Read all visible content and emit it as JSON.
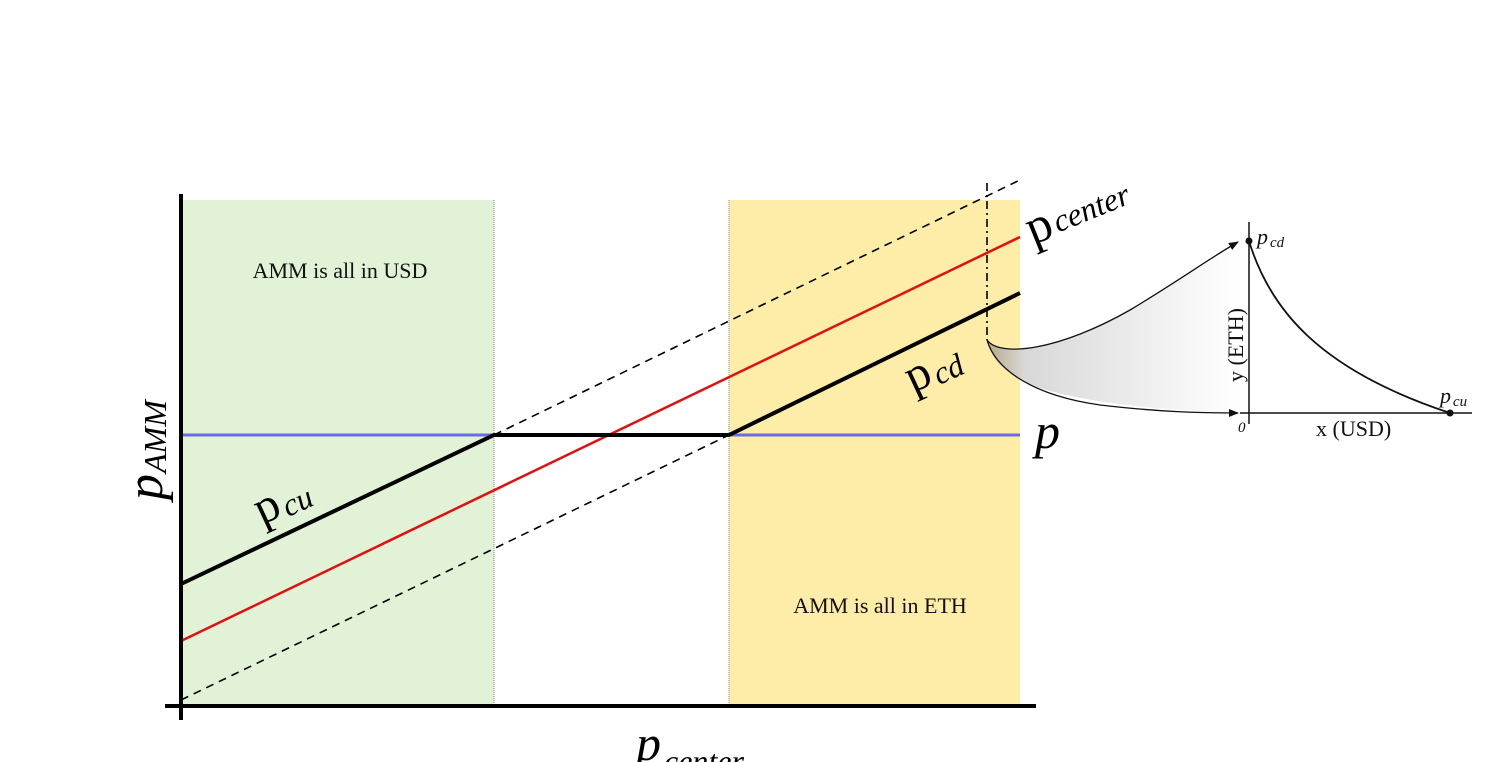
{
  "diagram": {
    "title": "AMM price vs center price",
    "colors": {
      "usd_region": "#e2f2d6",
      "eth_region": "#fdeda8",
      "amm_price_line": "#000000",
      "center_line": "#e01010",
      "market_price_line": "#6b6be8",
      "dashed_bounds": "#000000",
      "inset_gradient_start": "#c8c0a0",
      "inset_gradient_end": "#ffffff"
    },
    "axes": {
      "y_label_main": "p",
      "y_label_sub": "AMM",
      "x_label_main": "p",
      "x_label_sub": "center"
    },
    "regions": [
      {
        "id": "usd",
        "label": "AMM is all in USD"
      },
      {
        "id": "eth",
        "label": "AMM is all in ETH"
      }
    ],
    "line_labels": {
      "p_cu_main": "p",
      "p_cu_sub": "cu",
      "p_cd_main": "p",
      "p_cd_sub": "cd",
      "p_center_main": "p",
      "p_center_sub": "center",
      "p_market": "p"
    },
    "inset": {
      "y_axis_label": "y (ETH)",
      "x_axis_label": "x (USD)",
      "origin_label": "0",
      "top_point_main": "p",
      "top_point_sub": "cd",
      "right_point_main": "p",
      "right_point_sub": "cu"
    }
  }
}
